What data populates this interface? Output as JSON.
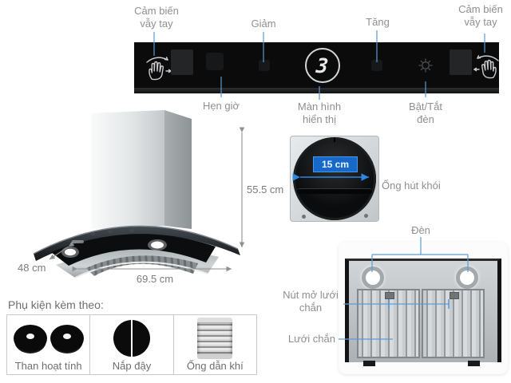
{
  "colors": {
    "leader_blue": "#5b9bd5",
    "dimension_gray": "#8f8f8f",
    "label_gray": "#8f8f8f",
    "panel_black": "#0b0b0c",
    "badge_blue": "#1669c9"
  },
  "control_panel": {
    "sensor_left_label": "Cảm biến vẫy tay",
    "decrease_label": "Giảm",
    "increase_label": "Tăng",
    "sensor_right_label": "Cảm biến vẫy tay",
    "timer_label": "Hẹn giờ",
    "display_label": "Màn hình hiển thị",
    "light_label": "Bật/Tắt đèn",
    "display_value": "3",
    "icons": {
      "left": "hand-wave",
      "right": "hand-wave",
      "light": "light-bulb"
    }
  },
  "hood": {
    "height": "55.5 cm",
    "depth": "48 cm",
    "width": "69.5 cm"
  },
  "duct": {
    "diameter": "15 cm",
    "label": "Ống hút khói"
  },
  "underside": {
    "light_label": "Đèn",
    "latch_label": "Nút mở lưới chắn",
    "filter_label": "Lưới chắn"
  },
  "accessories": {
    "heading": "Phụ kiện kèm theo:",
    "items": [
      {
        "label": "Than hoạt tính"
      },
      {
        "label": "Nắp đậy"
      },
      {
        "label": "Ống dẫn khí"
      }
    ]
  }
}
